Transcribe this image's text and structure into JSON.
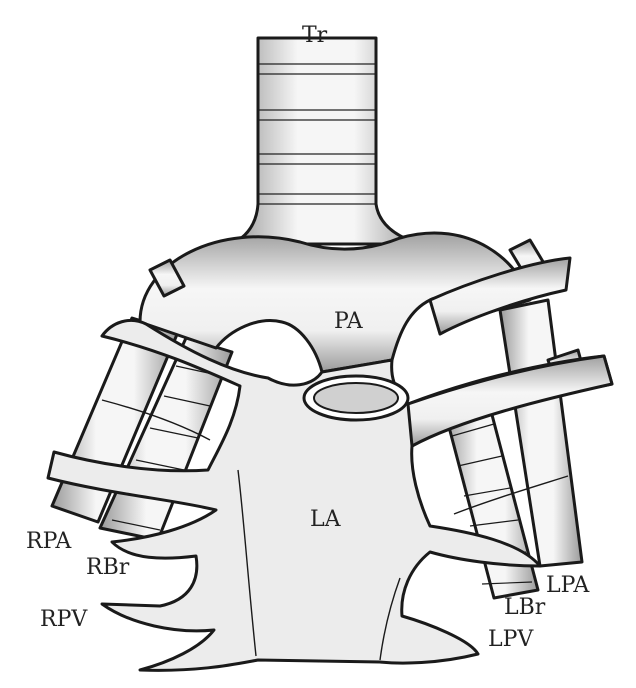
{
  "labels": {
    "tr": "Tr",
    "pa": "PA",
    "la": "LA",
    "rpa": "RPA",
    "rbr": "RBr",
    "rpv": "RPV",
    "lpa": "LPA",
    "lbr": "LBr",
    "lpv": "LPV"
  },
  "colors": {
    "outline": "#1a1a1a",
    "fill": "#ececec",
    "shade": "#9a9a9a",
    "background": "#ffffff"
  }
}
